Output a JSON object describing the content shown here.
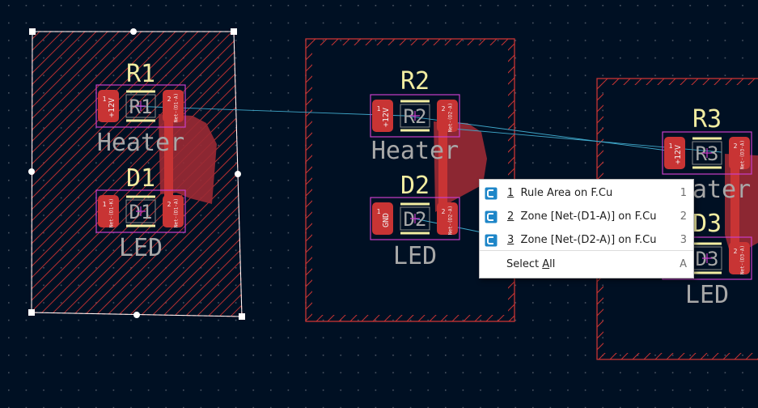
{
  "board": {
    "footprints": [
      {
        "ref": "R1",
        "fab_ref": "R1",
        "value": "Heater",
        "pad1_net": "+12V",
        "pad2_net": "Net-(D1-A)",
        "pad1_num": "1",
        "pad2_num": "2"
      },
      {
        "ref": "D1",
        "fab_ref": "D1",
        "value": "LED",
        "pad1_net": "Net-(D1-K)",
        "pad2_net": "Net-(D1-A)",
        "pad1_num": "1",
        "pad2_num": "2"
      },
      {
        "ref": "R2",
        "fab_ref": "R2",
        "value": "Heater",
        "pad1_net": "+12V",
        "pad2_net": "Net-(D2-A)",
        "pad1_num": "1",
        "pad2_num": "2"
      },
      {
        "ref": "D2",
        "fab_ref": "D2",
        "value": "LED",
        "pad1_net": "GND",
        "pad2_net": "Net-(D2-A)",
        "pad1_num": "1",
        "pad2_num": "2"
      },
      {
        "ref": "R3",
        "fab_ref": "R3",
        "value": "Heater",
        "pad1_net": "+12V",
        "pad2_net": "Net-(D3-A)",
        "pad1_num": "1",
        "pad2_num": "2"
      },
      {
        "ref": "D3",
        "fab_ref": "D3",
        "value": "LED",
        "pad1_net": "",
        "pad2_net": "Net-(D3-A)",
        "pad1_num": "",
        "pad2_num": "2"
      }
    ]
  },
  "colors": {
    "background": "#001023",
    "grid": "#4a5462",
    "silkscreen": "#f2eda1",
    "fab_text": "#a8a8a8",
    "pad": "#c83434",
    "zone": "#9b2a34",
    "courtyard": "#c83ec8",
    "rule_area": "#c83434",
    "ratsnest": "#3fa7c9",
    "selection": "#ffffff"
  },
  "menu": {
    "items": [
      {
        "num": "1",
        "text": "Rule Area on F.Cu",
        "key": "1",
        "icon": "zone-icon"
      },
      {
        "num": "2",
        "text": "Zone [Net-(D1-A)] on F.Cu",
        "key": "2",
        "icon": "zone-icon"
      },
      {
        "num": "3",
        "text": "Zone [Net-(D2-A)] on F.Cu",
        "key": "3",
        "icon": "zone-icon"
      }
    ],
    "select_all": {
      "pre": "Select ",
      "ul": "A",
      "post": "ll",
      "key": "A"
    }
  }
}
